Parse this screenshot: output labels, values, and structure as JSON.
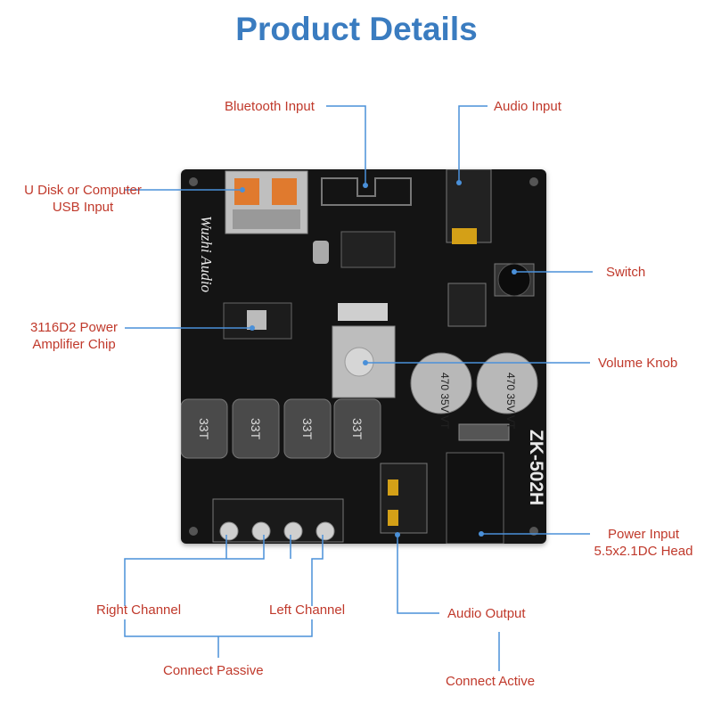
{
  "title": "Product Details",
  "board": {
    "brand_text": "Wuzhi Audio",
    "model_text": "ZK-502H",
    "capacitor_text": [
      "470",
      "35V",
      "VT"
    ],
    "inductor_text": "33T"
  },
  "labels": {
    "bluetooth_input": "Bluetooth Input",
    "audio_input": "Audio Input",
    "usb_input_line1": "U Disk or Computer",
    "usb_input_line2": "USB Input",
    "switch": "Switch",
    "amp_chip_line1": "3116D2 Power",
    "amp_chip_line2": "Amplifier Chip",
    "volume_knob": "Volume Knob",
    "power_input_line1": "Power Input",
    "power_input_line2": "5.5x2.1DC Head",
    "right_channel": "Right Channel",
    "left_channel": "Left Channel",
    "audio_output": "Audio Output",
    "connect_passive": "Connect Passive",
    "connect_active": "Connect Active"
  },
  "colors": {
    "title": "#3a7cc0",
    "label_text": "#c0392b",
    "callout_line": "#4a90d9",
    "board": "#141414"
  }
}
